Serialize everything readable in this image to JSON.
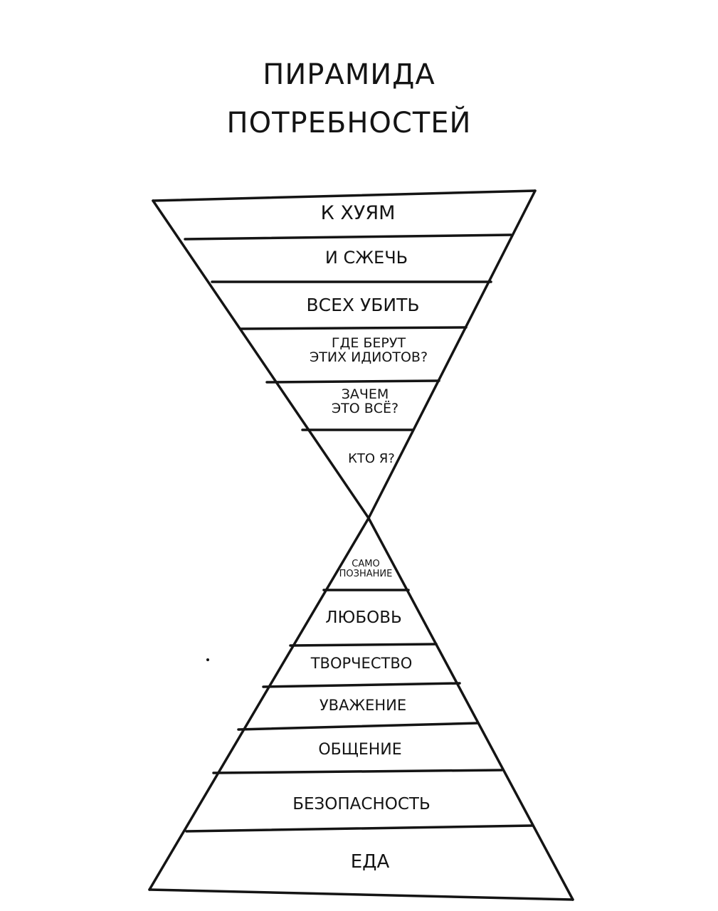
{
  "title": {
    "line1": "ПИРАМИДА",
    "line2": "ПОТРЕБНОСТЕЙ"
  },
  "upper_pyramid": {
    "levels": [
      {
        "lines": [
          "К ХУЯМ"
        ]
      },
      {
        "lines": [
          "И СЖЕЧЬ"
        ]
      },
      {
        "lines": [
          "ВСЕХ УБИТЬ"
        ]
      },
      {
        "lines": [
          "ГДЕ БЕРУТ",
          "ЭТИХ ИДИОТОВ?"
        ]
      },
      {
        "lines": [
          "ЗАЧЕМ",
          "ЭТО ВСЁ?"
        ]
      },
      {
        "lines": [
          "КТО Я?"
        ]
      }
    ]
  },
  "lower_pyramid": {
    "levels": [
      {
        "lines": [
          "САМО",
          "ПОЗНАНИЕ"
        ]
      },
      {
        "lines": [
          "ЛЮБОВЬ"
        ]
      },
      {
        "lines": [
          "ТВОРЧЕСТВО"
        ]
      },
      {
        "lines": [
          "УВАЖЕНИЕ"
        ]
      },
      {
        "lines": [
          "ОБЩЕНИЕ"
        ]
      },
      {
        "lines": [
          "БЕЗОПАСНОСТЬ"
        ]
      },
      {
        "lines": [
          "ЕДА"
        ]
      }
    ]
  },
  "colors": {
    "ink": "#141414",
    "background": "#ffffff"
  }
}
